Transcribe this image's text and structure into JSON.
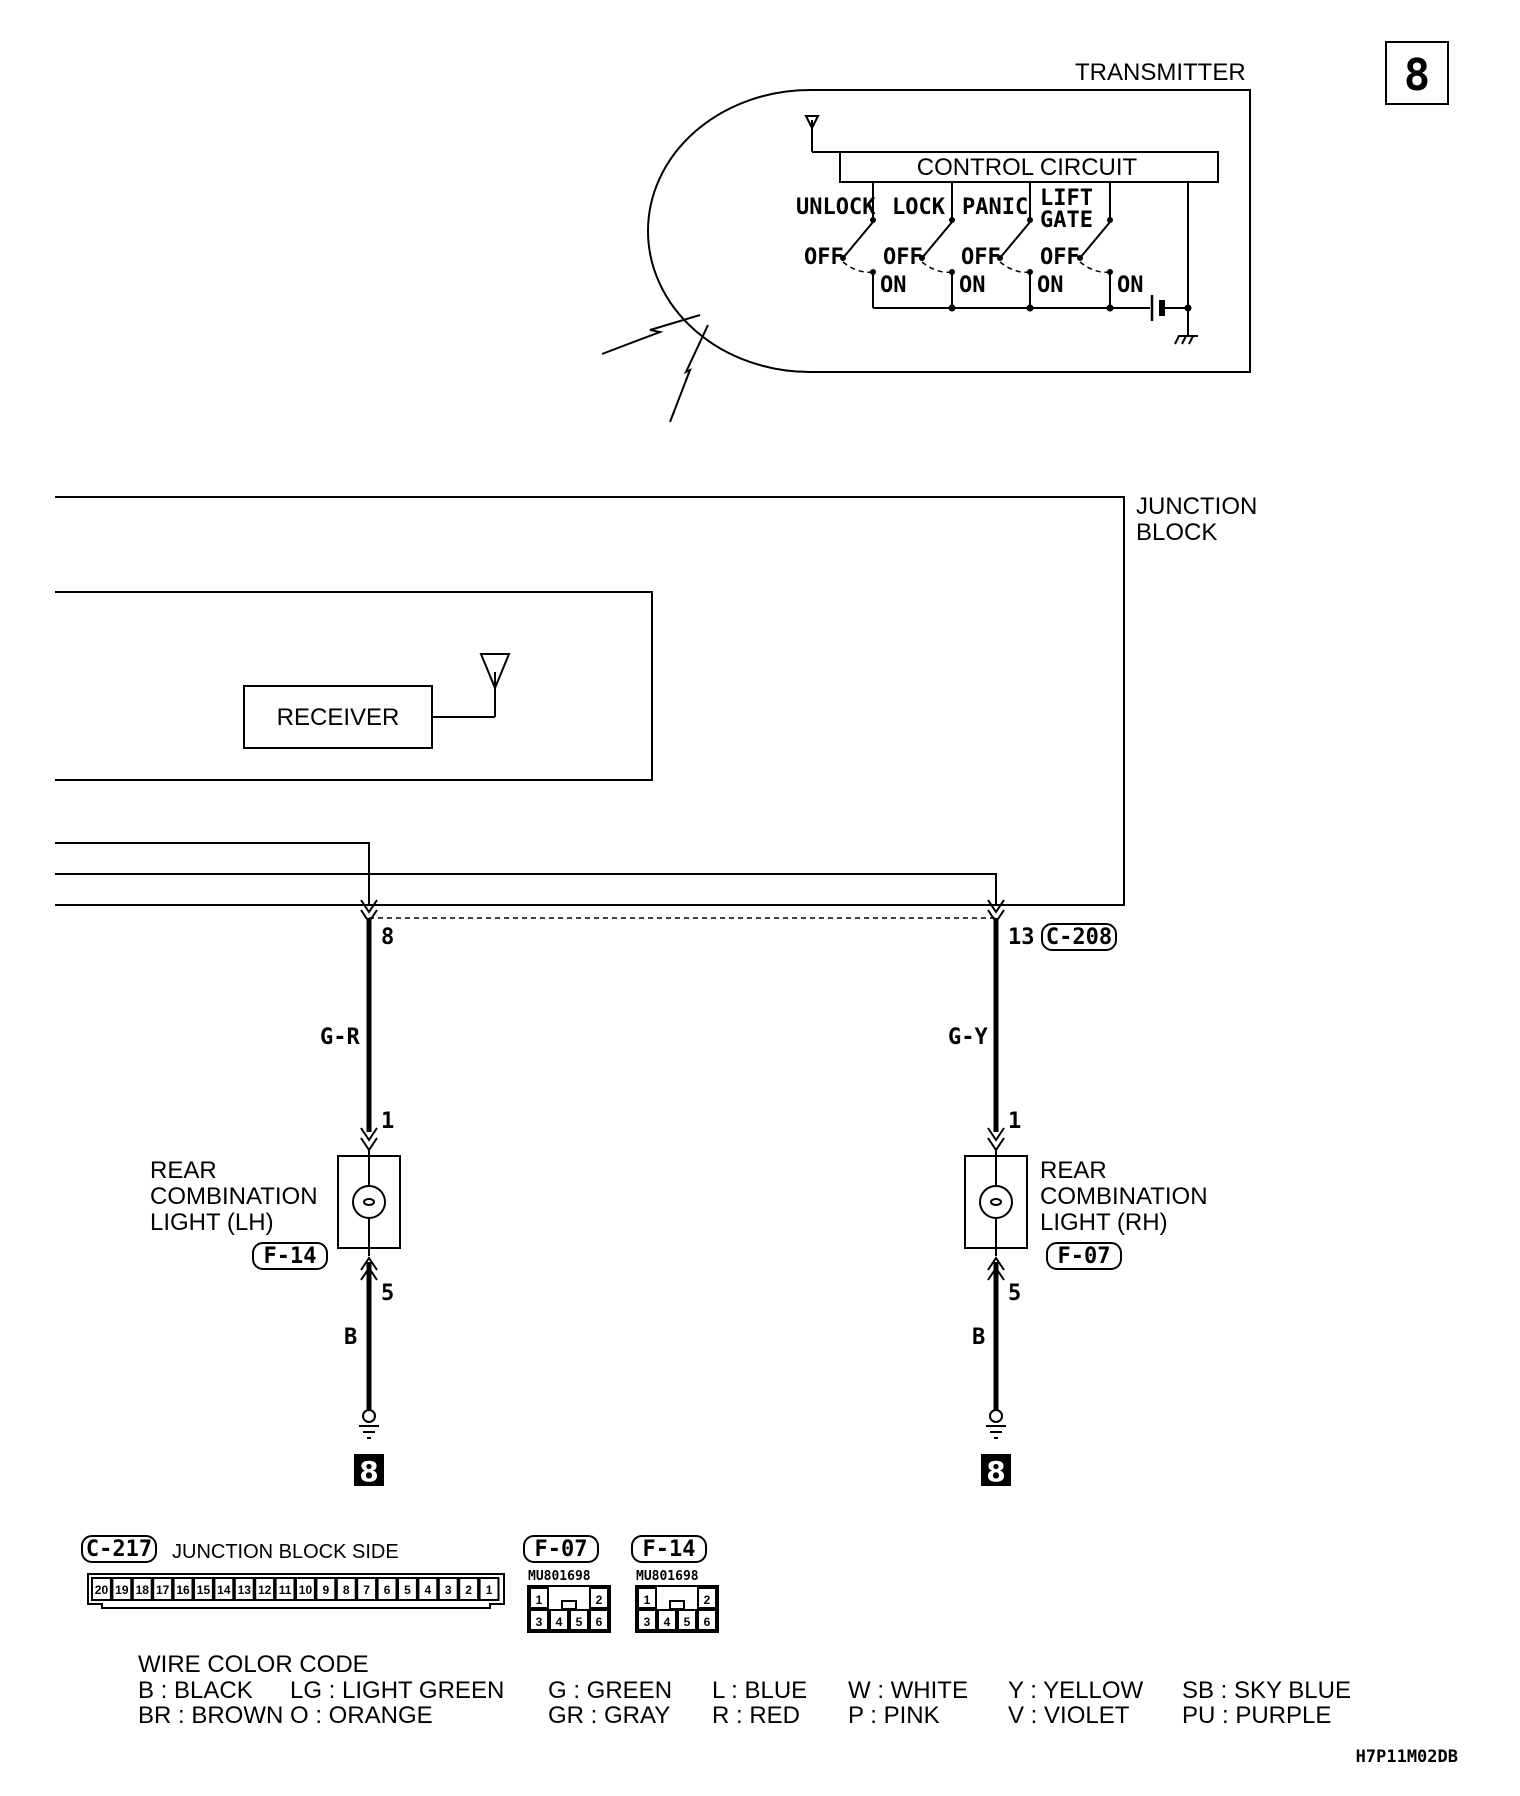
{
  "diagram": {
    "page_number": "8",
    "transmitter": {
      "title": "TRANSMITTER",
      "control_circuit": "CONTROL CIRCUIT",
      "switches": [
        {
          "name": "UNLOCK",
          "off": "OFF",
          "on": "ON"
        },
        {
          "name": "LOCK",
          "off": "OFF",
          "on": "ON"
        },
        {
          "name": "PANIC",
          "off": "OFF",
          "on": "ON"
        },
        {
          "name_line1": "LIFT",
          "name_line2": "GATE",
          "off": "OFF",
          "on": "ON"
        }
      ]
    },
    "junction_block": {
      "line1": "JUNCTION",
      "line2": "BLOCK"
    },
    "receiver": "RECEIVER",
    "connector_c208": {
      "pin_left": "8",
      "pin_right": "13",
      "id": "C-208"
    },
    "left_circuit": {
      "wire_top": "G-R",
      "pin_top": "1",
      "component_line1": "REAR",
      "component_line2": "COMBINATION",
      "component_line3": "LIGHT (LH)",
      "connector": "F-14",
      "pin_bottom": "5",
      "wire_bottom": "B",
      "ground_marker": "8"
    },
    "right_circuit": {
      "wire_top": "G-Y",
      "pin_top": "1",
      "component_line1": "REAR",
      "component_line2": "COMBINATION",
      "component_line3": "LIGHT (RH)",
      "connector": "F-07",
      "pin_bottom": "5",
      "wire_bottom": "B",
      "ground_marker": "8"
    },
    "connector_views": {
      "c217": {
        "id": "C-217",
        "label": "JUNCTION BLOCK SIDE",
        "pins": [
          "20",
          "19",
          "18",
          "17",
          "16",
          "15",
          "14",
          "13",
          "12",
          "11",
          "10",
          "9",
          "8",
          "7",
          "6",
          "5",
          "4",
          "3",
          "2",
          "1"
        ]
      },
      "f07": {
        "id": "F-07",
        "part": "MU801698",
        "top_pins": [
          "1",
          "2"
        ],
        "bottom_pins": [
          "3",
          "4",
          "5",
          "6"
        ]
      },
      "f14": {
        "id": "F-14",
        "part": "MU801698",
        "top_pins": [
          "1",
          "2"
        ],
        "bottom_pins": [
          "3",
          "4",
          "5",
          "6"
        ]
      }
    },
    "wire_color_code": {
      "title": "WIRE COLOR CODE",
      "row1": [
        "B : BLACK",
        "LG : LIGHT GREEN",
        "G : GREEN",
        "L : BLUE",
        "W : WHITE",
        "Y : YELLOW",
        "SB : SKY BLUE"
      ],
      "row2": [
        "BR : BROWN",
        "O : ORANGE",
        "GR : GRAY",
        "R : RED",
        "P : PINK",
        "V : VIOLET",
        "PU : PURPLE"
      ]
    },
    "drawing_code": "H7P11M02DB"
  }
}
